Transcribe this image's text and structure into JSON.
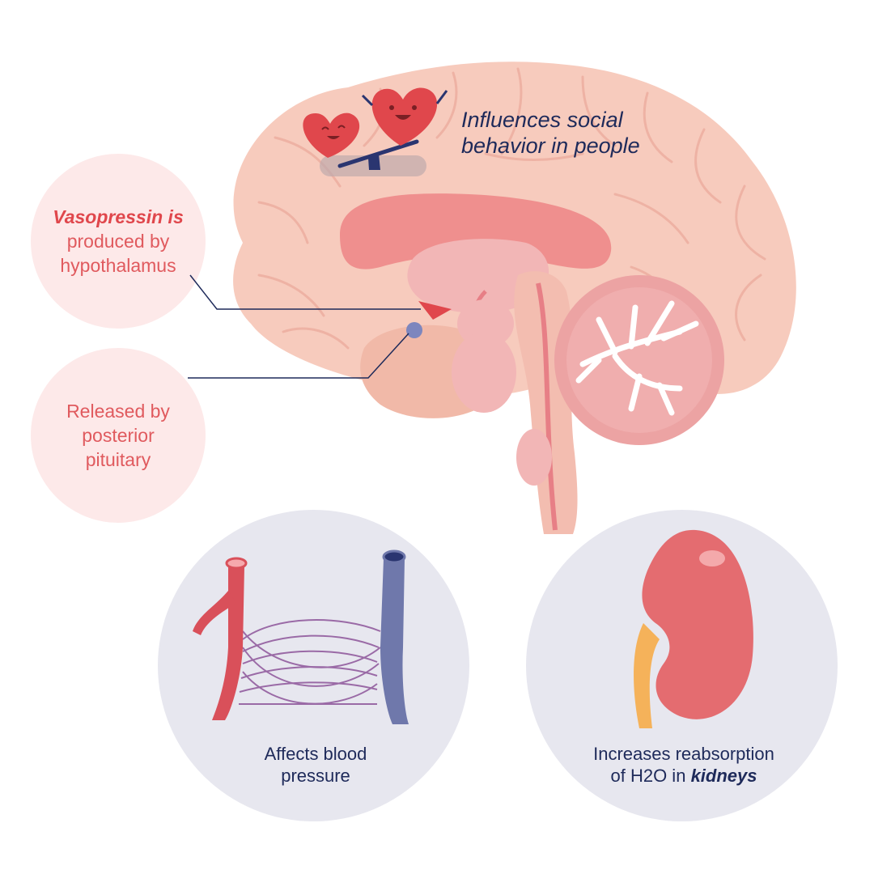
{
  "labels": {
    "social_line1": "Influences social",
    "social_line2": "behavior in people",
    "hypothalamus_em": "Vasopressin is",
    "hypothalamus_line2": "produced by",
    "hypothalamus_line3": "hypothalamus",
    "pituitary_line1": "Released by",
    "pituitary_line2": "posterior",
    "pituitary_line3": "pituitary",
    "blood_line1": "Affects blood",
    "blood_line2": "pressure",
    "kidney_line1": "Increases reabsorption",
    "kidney_line2_prefix": "of H2O in",
    "kidney_line2_em": "kidneys"
  },
  "colors": {
    "brain": "#f7cbbd",
    "corpus_callosum": "#ef8f8e",
    "cerebellum": "#eca3a3",
    "accent_red": "#e0474c",
    "navy": "#1e2a5a",
    "bubble_bg": "#fde9e9",
    "circle_bg": "#e7e7ef",
    "artery": "#d9505a",
    "vein": "#6f78ab",
    "kidney": "#e46c70",
    "ureter": "#f5b25a"
  }
}
